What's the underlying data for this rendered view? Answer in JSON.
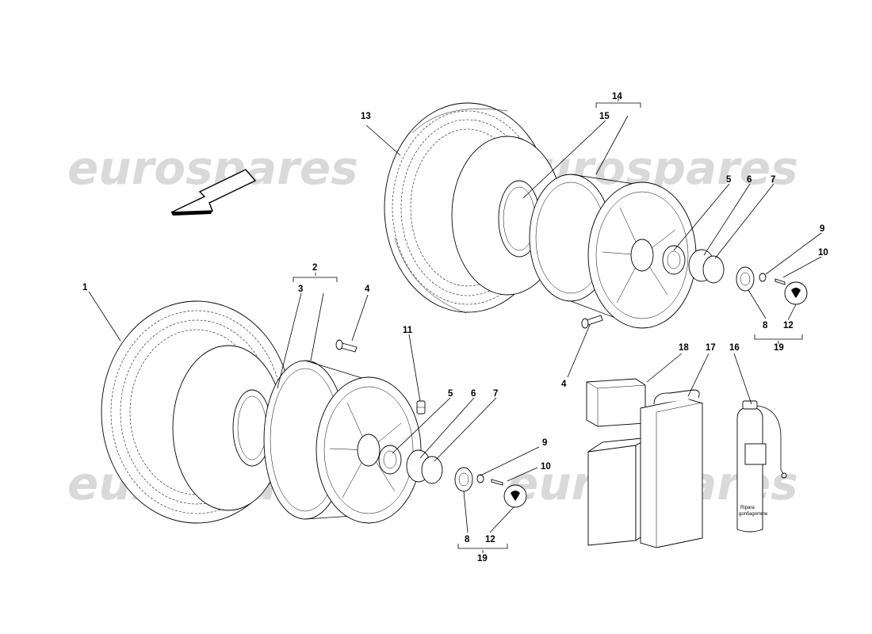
{
  "watermark": {
    "text": "eurospares",
    "color": "#d9d9d9"
  },
  "callouts": {
    "c1": "1",
    "c2": "2",
    "c3": "3",
    "c4a": "4",
    "c4b": "4",
    "c5a": "5",
    "c5b": "5",
    "c6a": "6",
    "c6b": "6",
    "c7a": "7",
    "c7b": "7",
    "c8a": "8",
    "c8b": "8",
    "c9a": "9",
    "c9b": "9",
    "c10a": "10",
    "c10b": "10",
    "c11": "11",
    "c12a": "12",
    "c12b": "12",
    "c13": "13",
    "c14": "14",
    "c15": "15",
    "c16": "16",
    "c17": "17",
    "c18": "18",
    "c19a": "19",
    "c19b": "19"
  },
  "can_label": {
    "line1": "Ripara",
    "line2": "gonfiagomme"
  }
}
